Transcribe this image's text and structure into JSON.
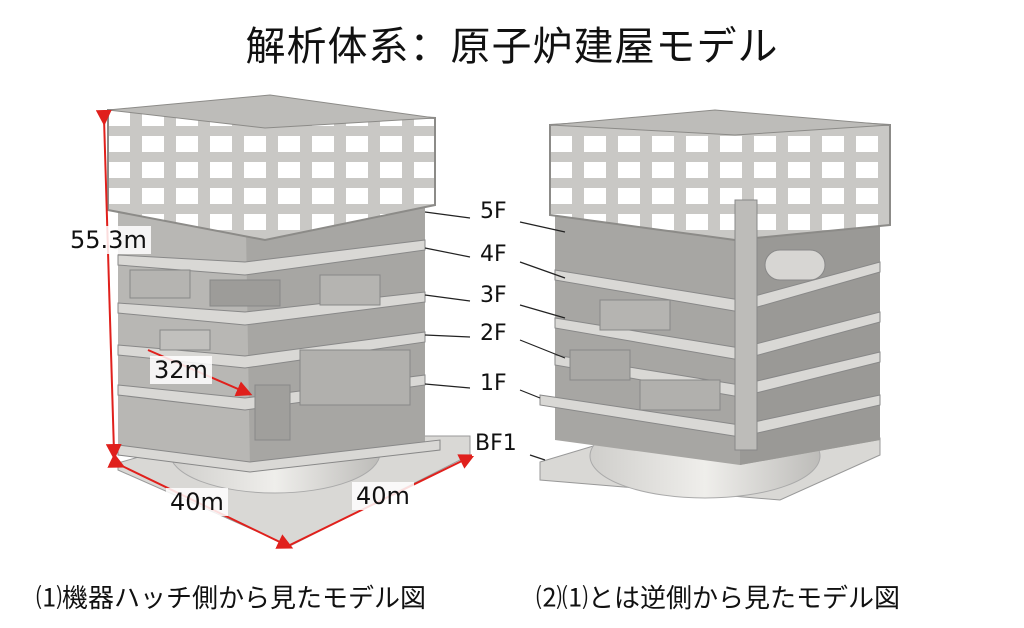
{
  "title": "解析体系：原子炉建屋モデル",
  "floors": [
    "5F",
    "4F",
    "3F",
    "2F",
    "1F",
    "BF1"
  ],
  "dimensions": {
    "height": "55.3m",
    "depth": "32m",
    "width_left": "40m",
    "width_right": "40m"
  },
  "captions": {
    "left": "⑴機器ハッチ側から見たモデル図",
    "right": "⑵⑴とは逆側から見たモデル図"
  },
  "colors": {
    "wall": "#a7a6a3",
    "wall_light": "#c9c8c5",
    "wall_dark": "#8c8b88",
    "slab": "#d9d8d5",
    "arrow": "#e0201c"
  }
}
